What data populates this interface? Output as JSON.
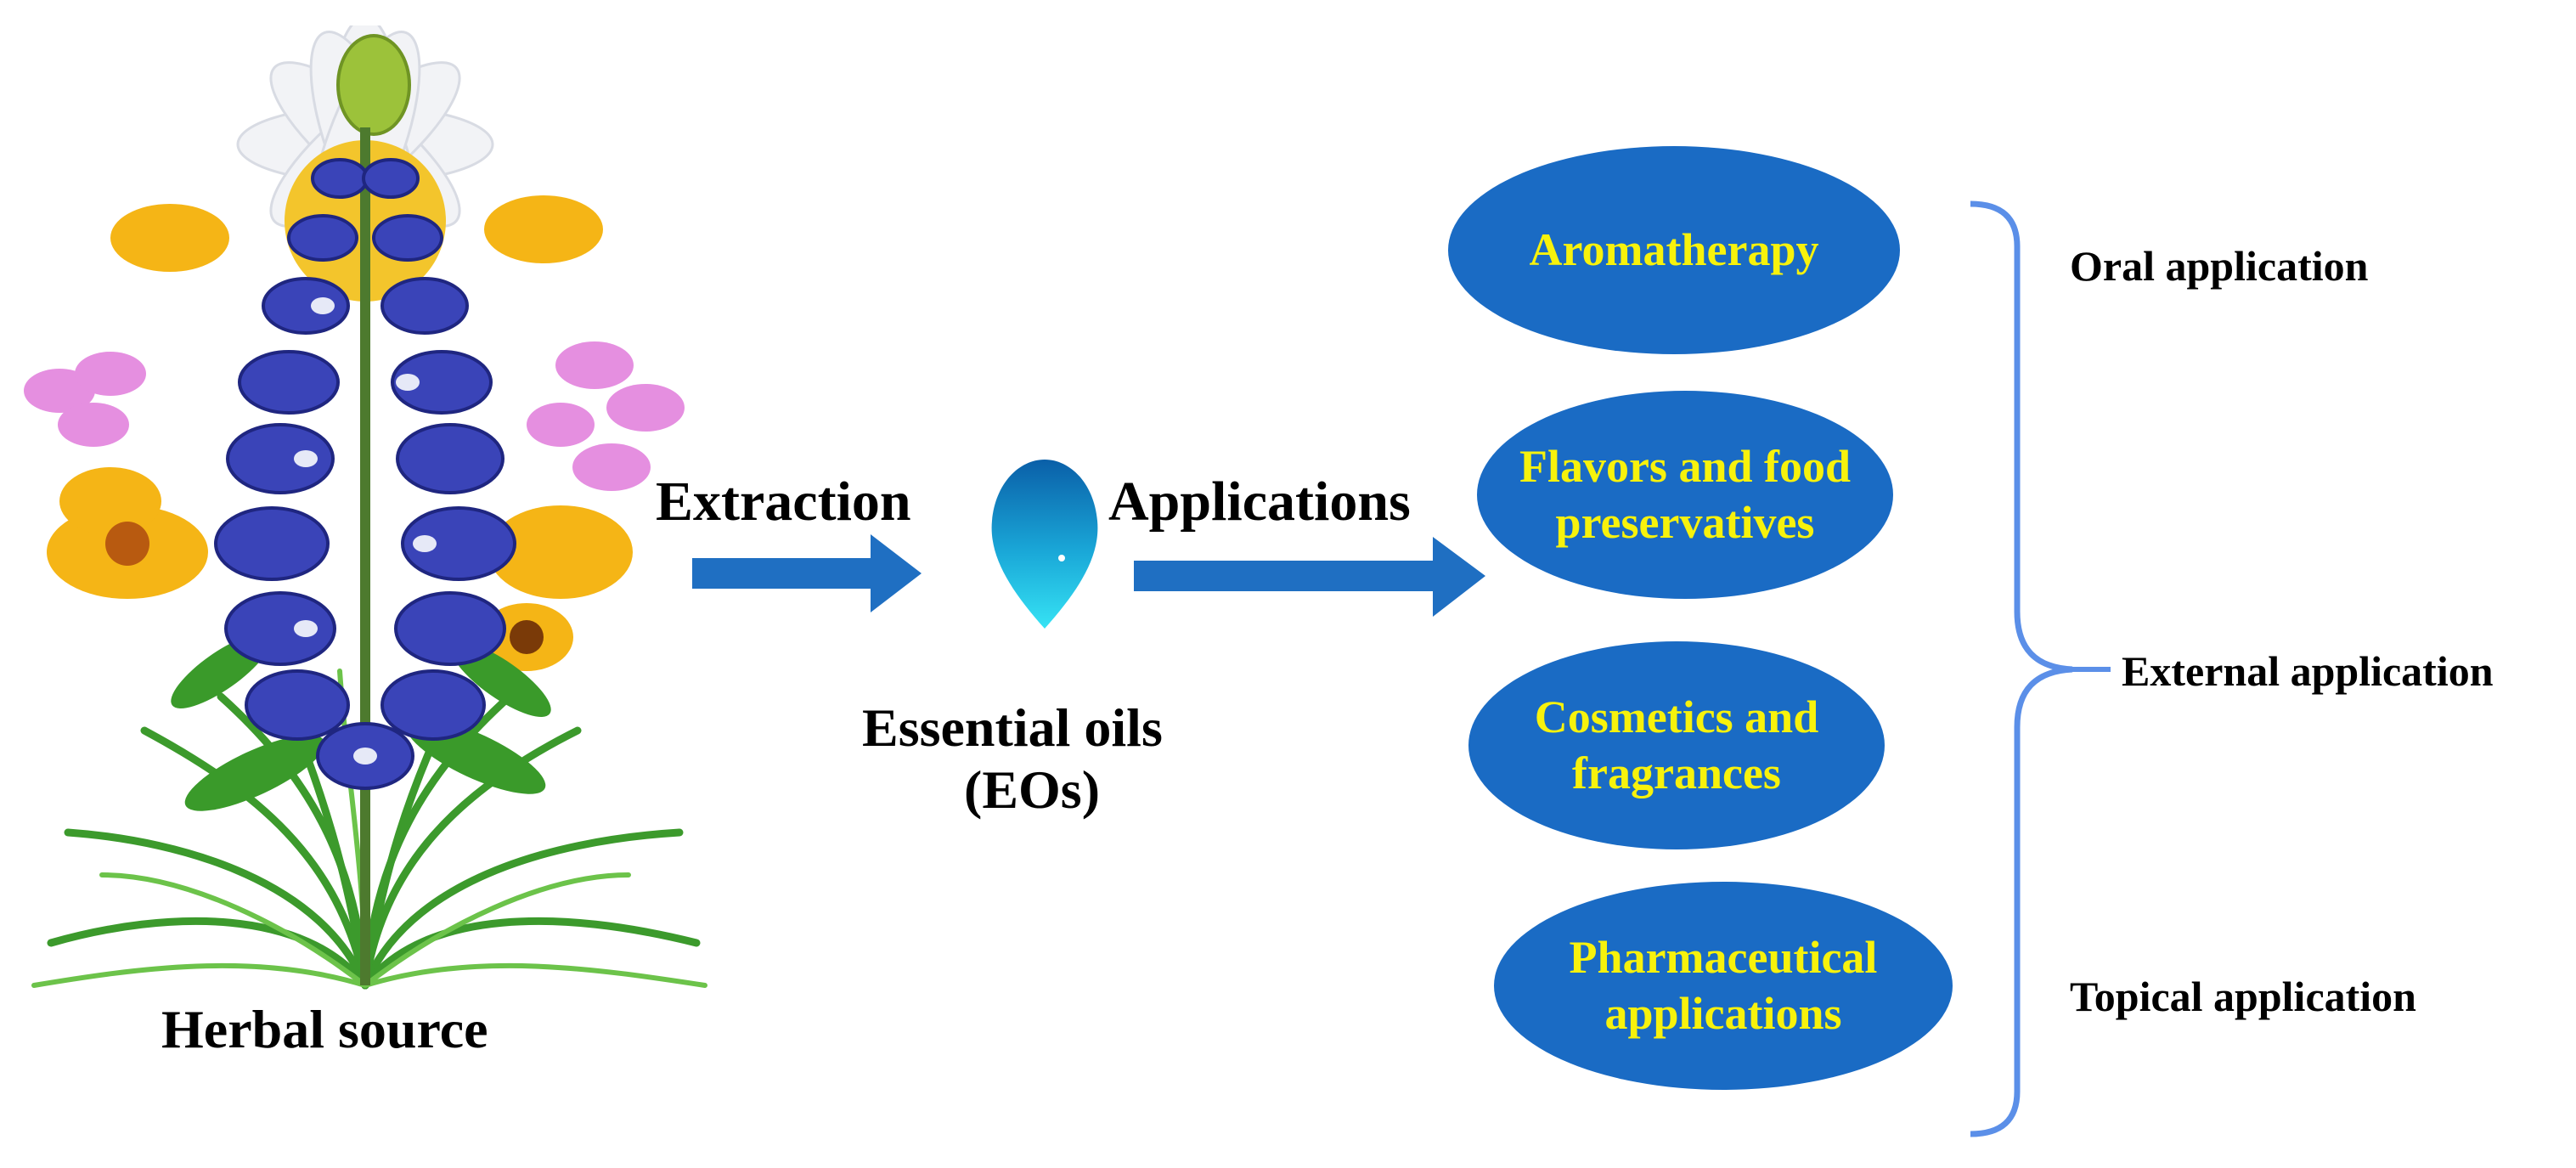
{
  "source": {
    "label": "Herbal source"
  },
  "extraction": {
    "label": "Extraction"
  },
  "oil": {
    "line1": "Essential oils",
    "line2": "(EOs)"
  },
  "applications": {
    "label": "Applications"
  },
  "uses": [
    {
      "lines": [
        "Aromatherapy"
      ]
    },
    {
      "lines": [
        "Flavors and food",
        "preservatives"
      ]
    },
    {
      "lines": [
        "Cosmetics and",
        "fragrances"
      ]
    },
    {
      "lines": [
        "Pharmaceutical",
        "applications"
      ]
    }
  ],
  "routes": {
    "oral": "Oral application",
    "external": "External application",
    "topical": "Topical application"
  },
  "colors": {
    "ellipse_fill": "#1a6bc4",
    "ellipse_text": "#f7f20c",
    "arrow": "#1f6fc2",
    "brace": "#5b8fe8",
    "droplet": "#16b8de"
  }
}
